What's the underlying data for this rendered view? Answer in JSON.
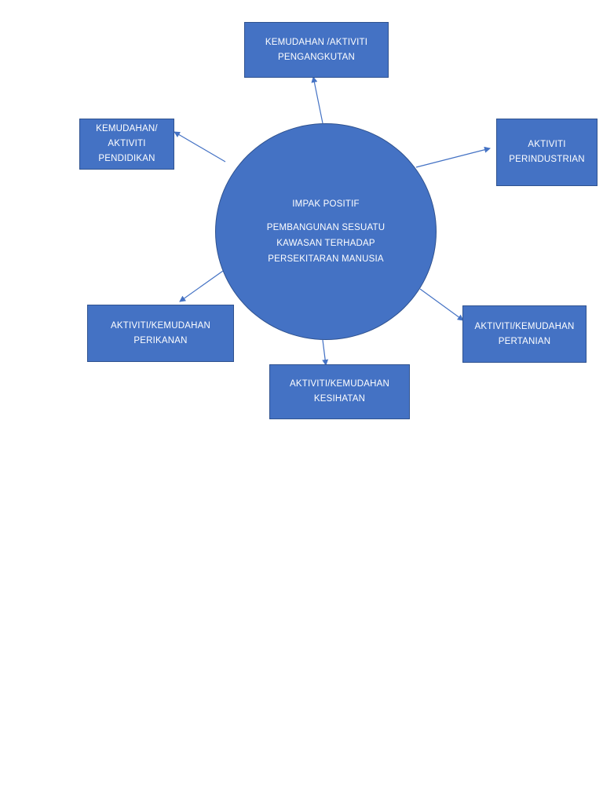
{
  "center": {
    "title": "IMPAK POSITIF",
    "body": "PEMBANGUNAN SESUATU\nKAWASAN TERHADAP\nPERSEKITARAN MANUSIA"
  },
  "nodes": {
    "pengangkutan": "KEMUDAHAN /AKTIVITI\nPENGANGKUTAN",
    "pendidikan": "KEMUDAHAN/\nAKTIVITI\nPENDIDIKAN",
    "perindustrian": "AKTIVITI\nPERINDUSTRIAN",
    "perikanan": "AKTIVITI/KEMUDAHAN\nPERIKANAN",
    "pertanian": "AKTIVITI/KEMUDAHAN\nPERTANIAN",
    "kesihatan": "AKTIVITI/KEMUDAHAN\nKESIHATAN"
  },
  "colors": {
    "fill": "#4472C4",
    "border": "#2F528F",
    "text": "#FFFFFF"
  }
}
